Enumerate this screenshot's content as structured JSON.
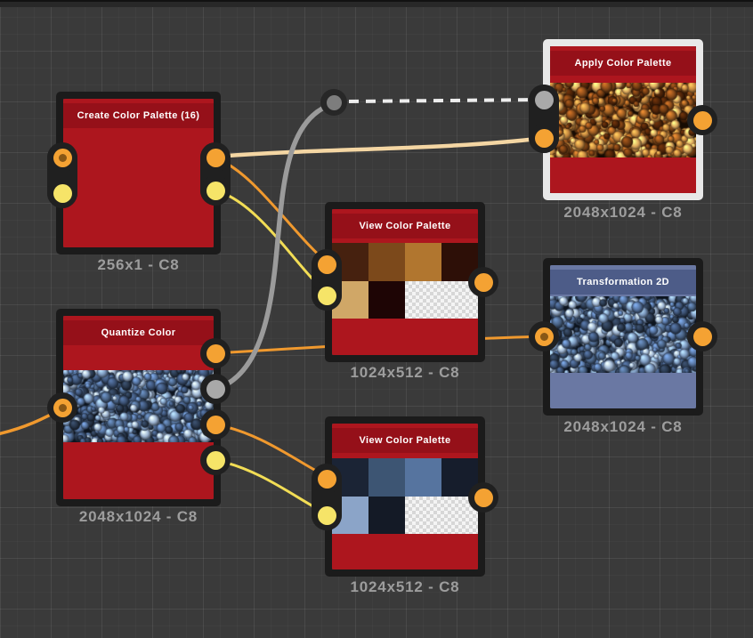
{
  "window": {
    "background": "#3a3a3a"
  },
  "colors": {
    "node_red": "#ad161e",
    "node_red_dark": "#951019",
    "node_blue": "#6a78a3",
    "node_blue_dark": "#4d5c88",
    "node_frame": "#1b1b1b",
    "selected_frame": "#e8e8e8",
    "port_orange": "#f4a233",
    "port_yellow": "#f6e468",
    "port_gray": "#a9a9a9",
    "wire_orange": "#f0992e",
    "wire_peach": "#f4d6a3",
    "wire_yellow": "#f2dd55",
    "wire_gray": "#9b9b9b",
    "wire_dashed": "#ededed",
    "label": "#9d9d9d",
    "title": "#ffffff"
  },
  "nodes": {
    "create": {
      "title": "Create Color Palette (16)",
      "size_label": "256x1 - C8",
      "selected": false
    },
    "apply": {
      "title": "Apply Color Palette",
      "size_label": "2048x1024 - C8",
      "selected": true
    },
    "view_top": {
      "title": "View Color Palette",
      "size_label": "1024x512 - C8",
      "selected": false
    },
    "transform": {
      "title": "Transformation 2D",
      "size_label": "2048x1024 - C8",
      "selected": false
    },
    "quantize": {
      "title": "Quantize Color",
      "size_label": "2048x1024 - C8",
      "selected": false
    },
    "view_bottom": {
      "title": "View Color Palette",
      "size_label": "1024x512 - C8",
      "selected": false
    }
  },
  "palettes": {
    "warm": {
      "row1": [
        "#46210f",
        "#7c491b",
        "#b1762f",
        "#2d0f07"
      ],
      "row2": [
        "#d0a767",
        "#1e0505",
        "checker",
        "checker"
      ]
    },
    "cool": {
      "row1": [
        "#1b2435",
        "#3d5573",
        "#56749f",
        "#161d2c"
      ],
      "row2": [
        "#8ba4c8",
        "#141a26",
        "checker",
        "checker"
      ]
    }
  },
  "textures": {
    "copper": {
      "background": "#170b02",
      "palette": [
        "#6e3a12",
        "#9c5d22",
        "#c4863e",
        "#e0aa5e",
        "#4a2208",
        "#8a4c1a"
      ]
    },
    "blue": {
      "background": "#0c141f",
      "palette": [
        "#3a4f70",
        "#54719c",
        "#7b97bd",
        "#9fb6d4",
        "#273549",
        "#486183"
      ]
    }
  }
}
